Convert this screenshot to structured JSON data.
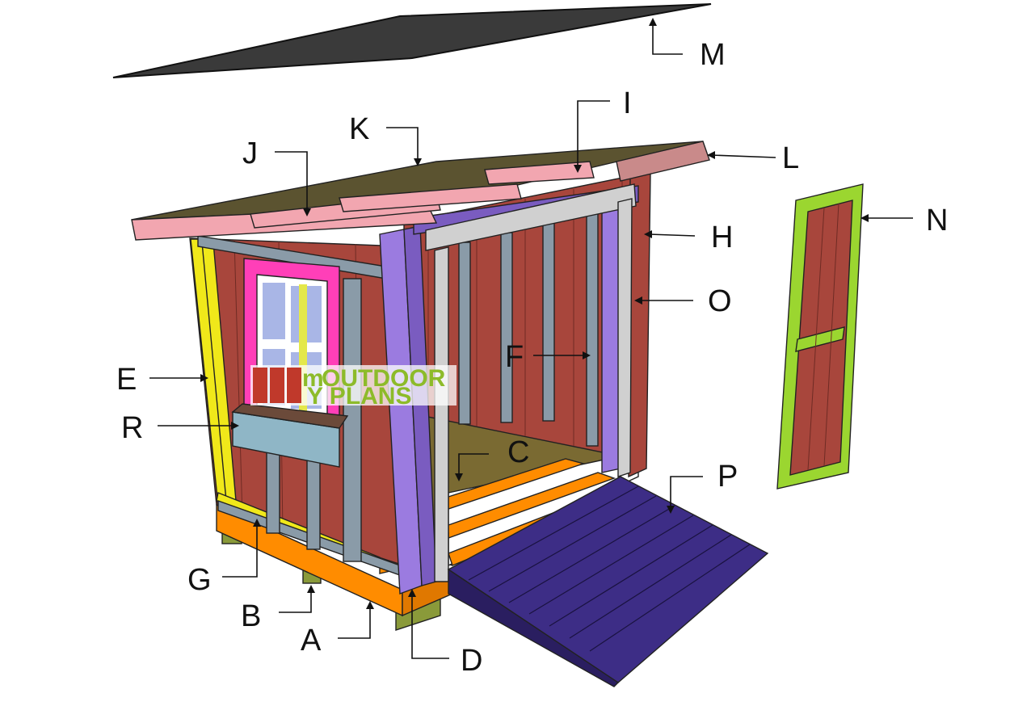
{
  "labels": {
    "A": "A",
    "B": "B",
    "C": "C",
    "D": "D",
    "E": "E",
    "F": "F",
    "G": "G",
    "H": "H",
    "I": "I",
    "J": "J",
    "K": "K",
    "L": "L",
    "M": "M",
    "N": "N",
    "O": "O",
    "P": "P",
    "R": "R"
  },
  "watermark": {
    "logo_letters": "MOP",
    "line1": "OUTDOOR",
    "line2": "Y PLANS",
    "prefix": "m"
  },
  "colors": {
    "roof_sheet": "#3a3a3a",
    "roof_deck": "#5b5330",
    "rafter": "#f2a6b0",
    "siding": "#a8463c",
    "stud": "#8a9ba8",
    "corner": "#f0e81a",
    "door_frame": "#9b7be0",
    "door_jamb": "#d0d0d0",
    "window_frame": "#ff3fb8",
    "floor_frame": "#ff8c00",
    "floor_deck": "#7a6a32",
    "skid": "#8a9a3a",
    "ramp": "#3d2d86",
    "door_panel": "#9bd630",
    "planter": "#8fb6c6"
  }
}
